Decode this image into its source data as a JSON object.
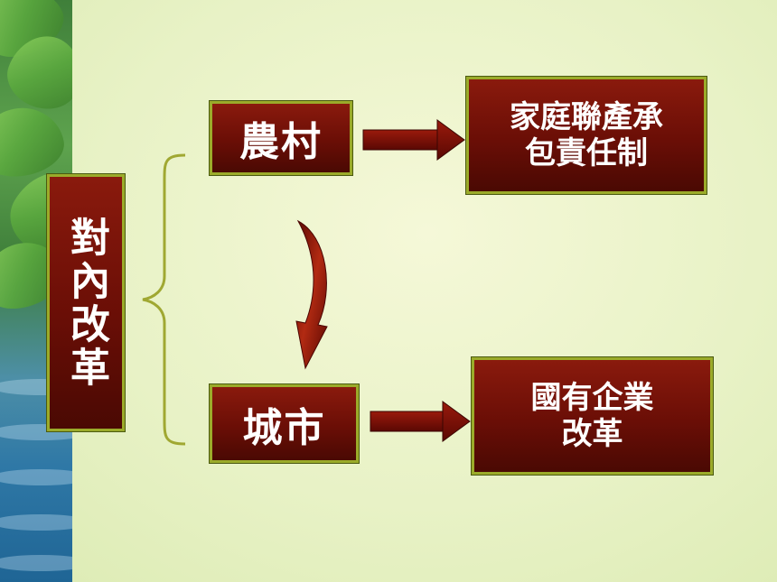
{
  "title_box": {
    "label": "對內改革"
  },
  "nodes": {
    "rural": {
      "label": "農村"
    },
    "urban": {
      "label": "城市"
    },
    "rural_result": {
      "line1": "家庭聯產承",
      "line2": "包責任制"
    },
    "urban_result": {
      "line1": "國有企業",
      "line2": "改革"
    }
  },
  "colors": {
    "box_fill": "#6a0e06",
    "box_border": "#9bab2a",
    "arrow": "#7a0c05",
    "background": "#e8f2c6",
    "brace": "#a0a832"
  }
}
